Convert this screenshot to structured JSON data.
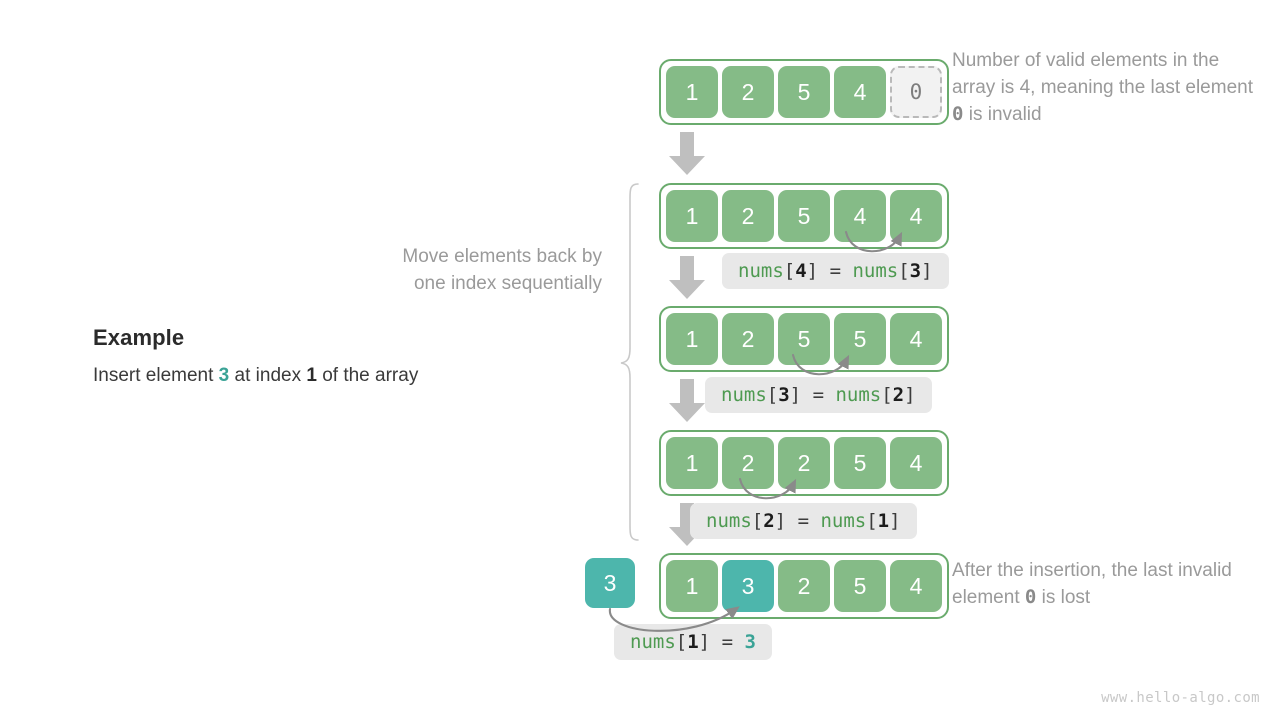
{
  "example": {
    "title": "Example",
    "desc_prefix": "Insert element ",
    "desc_value": "3",
    "desc_middle": " at index ",
    "desc_index": "1",
    "desc_suffix": " of the array"
  },
  "captions": {
    "move_line1": "Move elements back by",
    "move_line2": "one index sequentially"
  },
  "notes": {
    "top_part1": "Number of valid elements in the array is 4, meaning the last element ",
    "top_zero": "0",
    "top_part2": " is invalid",
    "bottom_part1": "After the insertion, the last invalid element ",
    "bottom_zero": "0",
    "bottom_part2": " is lost"
  },
  "arrays": [
    {
      "name": "initial-array",
      "cells": [
        {
          "value": "1",
          "style": "green"
        },
        {
          "value": "2",
          "style": "green"
        },
        {
          "value": "5",
          "style": "green"
        },
        {
          "value": "4",
          "style": "green"
        },
        {
          "value": "0",
          "style": "invalid"
        }
      ]
    },
    {
      "name": "step1-array",
      "cells": [
        {
          "value": "1",
          "style": "green"
        },
        {
          "value": "2",
          "style": "green"
        },
        {
          "value": "5",
          "style": "green"
        },
        {
          "value": "4",
          "style": "green"
        },
        {
          "value": "4",
          "style": "green"
        }
      ]
    },
    {
      "name": "step2-array",
      "cells": [
        {
          "value": "1",
          "style": "green"
        },
        {
          "value": "2",
          "style": "green"
        },
        {
          "value": "5",
          "style": "green"
        },
        {
          "value": "5",
          "style": "green"
        },
        {
          "value": "4",
          "style": "green"
        }
      ]
    },
    {
      "name": "step3-array",
      "cells": [
        {
          "value": "1",
          "style": "green"
        },
        {
          "value": "2",
          "style": "green"
        },
        {
          "value": "2",
          "style": "green"
        },
        {
          "value": "5",
          "style": "green"
        },
        {
          "value": "4",
          "style": "green"
        }
      ]
    },
    {
      "name": "final-array",
      "cells": [
        {
          "value": "1",
          "style": "green"
        },
        {
          "value": "3",
          "style": "teal"
        },
        {
          "value": "2",
          "style": "green"
        },
        {
          "value": "5",
          "style": "green"
        },
        {
          "value": "4",
          "style": "green"
        }
      ]
    }
  ],
  "insert_box": {
    "value": "3"
  },
  "code_labels": [
    {
      "name": "assign-4-from-3",
      "target_name": "nums",
      "target_index": "4",
      "eq": "=",
      "source_name": "nums",
      "source_index": "3",
      "source_is_value": false
    },
    {
      "name": "assign-3-from-2",
      "target_name": "nums",
      "target_index": "3",
      "eq": "=",
      "source_name": "nums",
      "source_index": "2",
      "source_is_value": false
    },
    {
      "name": "assign-2-from-1",
      "target_name": "nums",
      "target_index": "2",
      "eq": "=",
      "source_name": "nums",
      "source_index": "1",
      "source_is_value": false
    },
    {
      "name": "assign-1-value-3",
      "target_name": "nums",
      "target_index": "1",
      "eq": "=",
      "source_value": "3",
      "source_is_value": true
    }
  ],
  "watermark": "www.hello-algo.com",
  "colors": {
    "green_fill": "#85bb87",
    "green_border": "#6aab6d",
    "teal_fill": "#4db6ac",
    "teal_text": "#3aa396",
    "gray_arrow": "#bfbfbf",
    "label_bg": "#e8e8e8",
    "note_text": "#9a9a9a"
  }
}
